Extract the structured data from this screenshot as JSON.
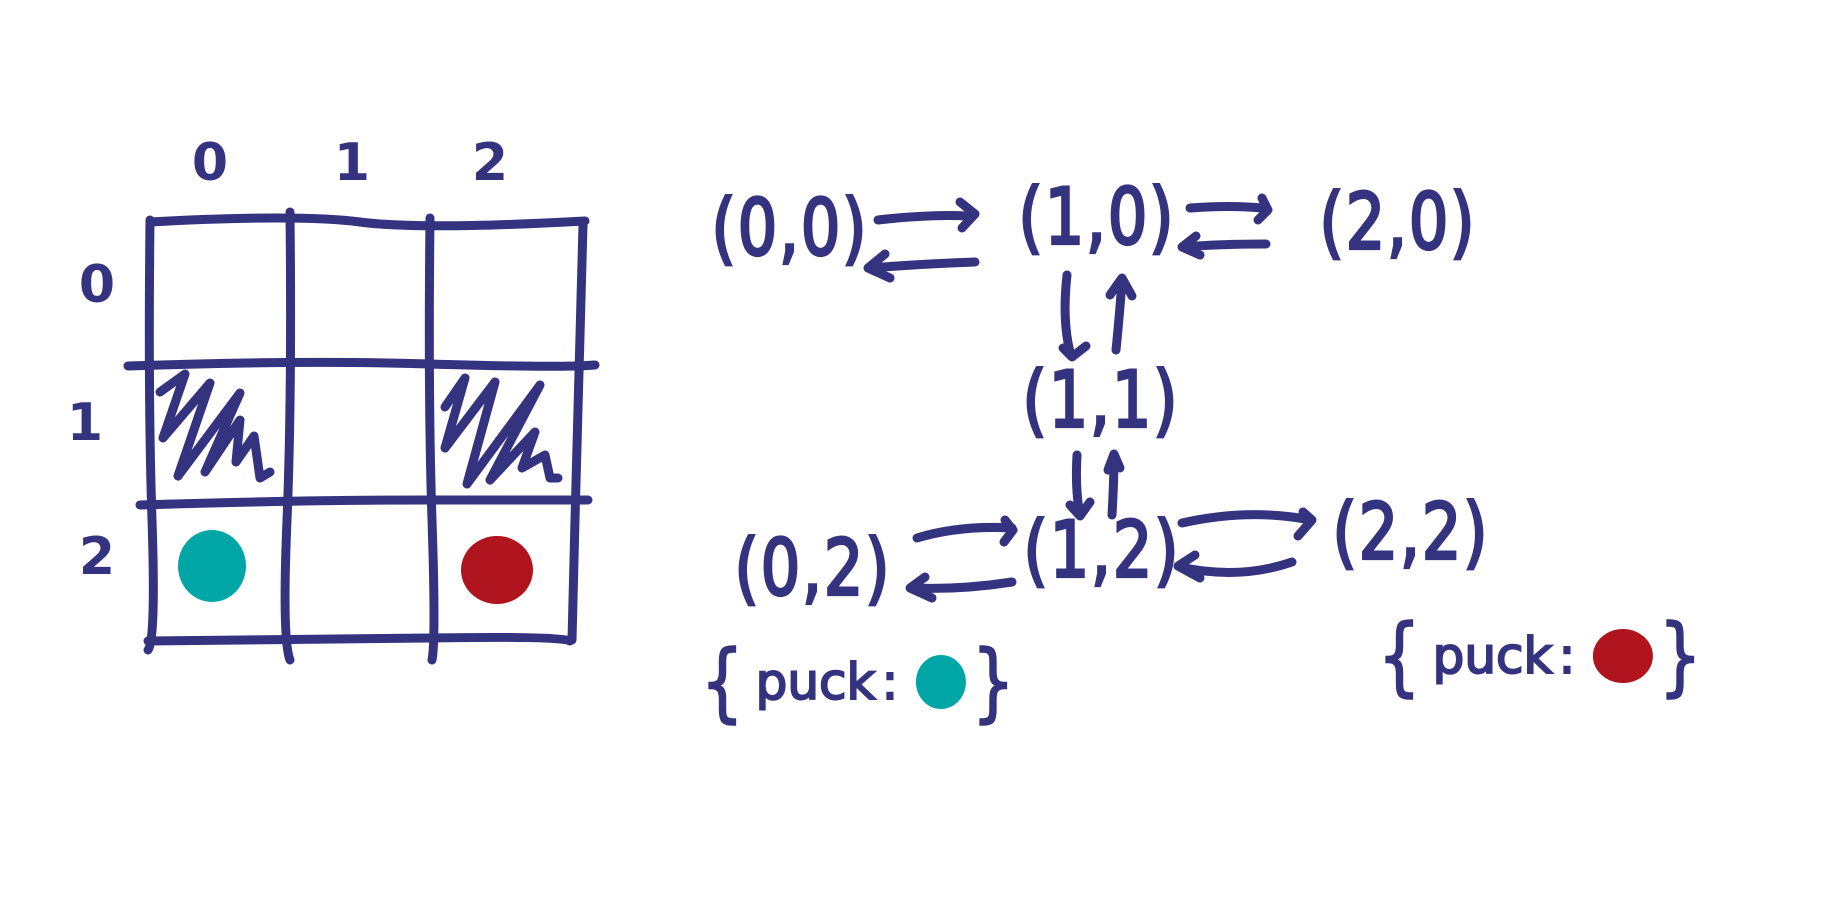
{
  "diagram": {
    "description": "Hand-drawn 3x3 grid world with blocked cells and two pucks, plus state-transition graph of reachable cells",
    "colors": {
      "ink": "#33337f",
      "teal_puck": "#00a6a6",
      "red_puck": "#b0141e",
      "background": "#ffffff"
    },
    "grid": {
      "columns": [
        "0",
        "1",
        "2"
      ],
      "rows": [
        "0",
        "1",
        "2"
      ],
      "blocked_cells": [
        [
          0,
          1
        ],
        [
          2,
          1
        ]
      ],
      "pucks": [
        {
          "cell": [
            0,
            2
          ],
          "color": "teal"
        },
        {
          "cell": [
            2,
            2
          ],
          "color": "red"
        }
      ]
    },
    "graph": {
      "nodes": [
        {
          "id": "n00",
          "label": "(0,0)"
        },
        {
          "id": "n10",
          "label": "(1,0)"
        },
        {
          "id": "n20",
          "label": "(2,0)"
        },
        {
          "id": "n11",
          "label": "(1,1)"
        },
        {
          "id": "n02",
          "label": "(0,2)"
        },
        {
          "id": "n12",
          "label": "(1,2)"
        },
        {
          "id": "n22",
          "label": "(2,2)"
        }
      ],
      "edges": [
        {
          "from": "(0,0)",
          "to": "(1,0)"
        },
        {
          "from": "(1,0)",
          "to": "(0,0)"
        },
        {
          "from": "(1,0)",
          "to": "(2,0)"
        },
        {
          "from": "(2,0)",
          "to": "(1,0)"
        },
        {
          "from": "(1,0)",
          "to": "(1,1)"
        },
        {
          "from": "(1,1)",
          "to": "(1,0)"
        },
        {
          "from": "(1,1)",
          "to": "(1,2)"
        },
        {
          "from": "(1,2)",
          "to": "(1,1)"
        },
        {
          "from": "(0,2)",
          "to": "(1,2)"
        },
        {
          "from": "(1,2)",
          "to": "(0,2)"
        },
        {
          "from": "(1,2)",
          "to": "(2,2)"
        },
        {
          "from": "(2,2)",
          "to": "(1,2)"
        }
      ],
      "annotations": [
        {
          "node": "(0,2)",
          "open": "{",
          "key": "puck",
          "colon": ":",
          "value_color": "teal",
          "close": "}"
        },
        {
          "node": "(2,2)",
          "open": "{",
          "key": "puck",
          "colon": ":",
          "value_color": "red",
          "close": "}"
        }
      ]
    }
  }
}
